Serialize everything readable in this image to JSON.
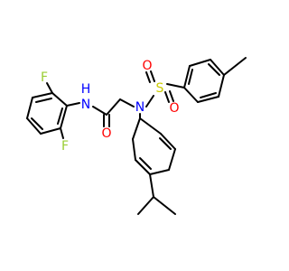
{
  "molecule": {
    "atom_labels": {
      "fluorine_top": "F",
      "fluorine_bottom": "F",
      "amide_nh": "H",
      "amide_n": "N",
      "carbonyl_o": "O",
      "sulfonamide_n": "N",
      "sulfur": "S",
      "sulfonyl_o_top": "O",
      "sulfonyl_o_bottom": "O"
    },
    "colors": {
      "bond": "#000000",
      "fluorine": "#9acd32",
      "nitrogen": "#0000ff",
      "oxygen": "#ff0000",
      "sulfur": "#cccc00"
    }
  }
}
